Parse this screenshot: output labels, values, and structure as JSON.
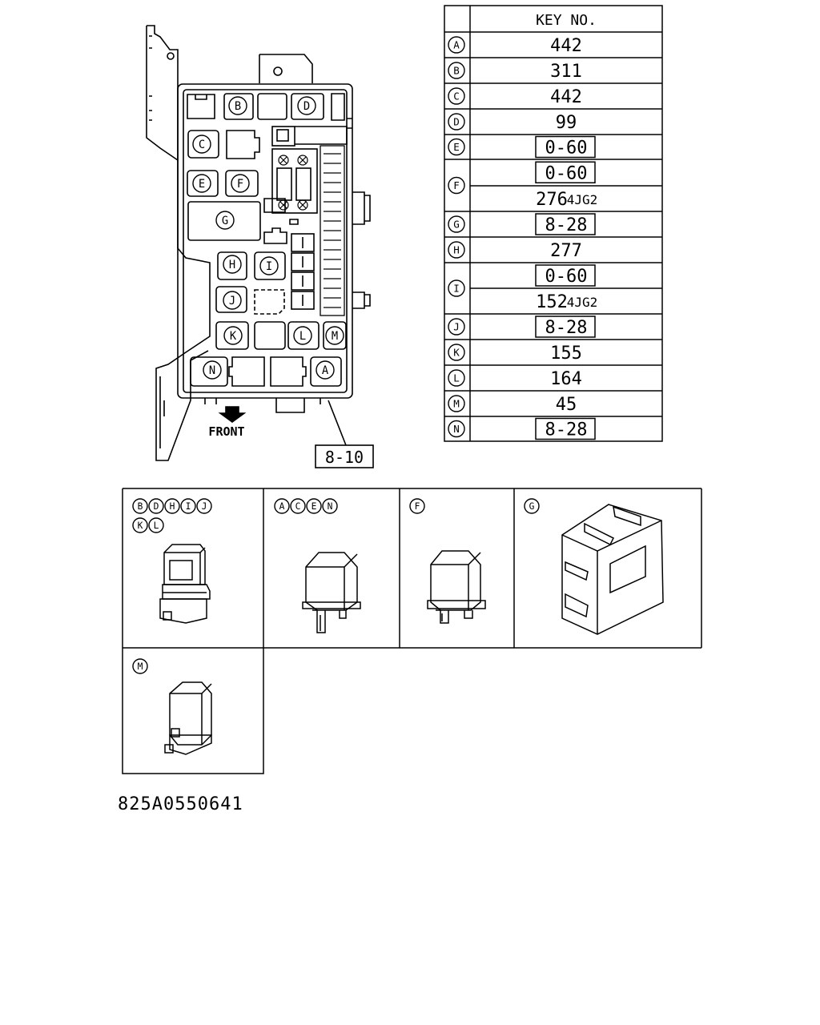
{
  "diagram": {
    "front_label": "FRONT",
    "ref_label": "8-10",
    "box_labels": [
      "A",
      "B",
      "C",
      "D",
      "E",
      "F",
      "G",
      "H",
      "I",
      "J",
      "K",
      "L",
      "M",
      "N"
    ]
  },
  "key_table": {
    "header": "KEY NO.",
    "rows": [
      {
        "letter": "A",
        "values": [
          {
            "text": "442",
            "boxed": false
          }
        ]
      },
      {
        "letter": "B",
        "values": [
          {
            "text": "311",
            "boxed": false
          }
        ]
      },
      {
        "letter": "C",
        "values": [
          {
            "text": "442",
            "boxed": false
          }
        ]
      },
      {
        "letter": "D",
        "values": [
          {
            "text": "99",
            "boxed": false
          }
        ]
      },
      {
        "letter": "E",
        "values": [
          {
            "text": "0-60",
            "boxed": true
          }
        ]
      },
      {
        "letter": "F",
        "values": [
          {
            "text": "0-60",
            "boxed": true
          },
          {
            "text": "276",
            "suffix": "4JG2",
            "boxed": false
          }
        ]
      },
      {
        "letter": "G",
        "values": [
          {
            "text": "8-28",
            "boxed": true
          }
        ]
      },
      {
        "letter": "H",
        "values": [
          {
            "text": "277",
            "boxed": false
          }
        ]
      },
      {
        "letter": "I",
        "values": [
          {
            "text": "0-60",
            "boxed": true
          },
          {
            "text": "152",
            "suffix": "4JG2",
            "boxed": false
          }
        ]
      },
      {
        "letter": "J",
        "values": [
          {
            "text": "8-28",
            "boxed": true
          }
        ]
      },
      {
        "letter": "K",
        "values": [
          {
            "text": "155",
            "boxed": false
          }
        ]
      },
      {
        "letter": "L",
        "values": [
          {
            "text": "164",
            "boxed": false
          }
        ]
      },
      {
        "letter": "M",
        "values": [
          {
            "text": "45",
            "boxed": false
          }
        ]
      },
      {
        "letter": "N",
        "values": [
          {
            "text": "8-28",
            "boxed": true
          }
        ]
      }
    ]
  },
  "panels": [
    {
      "letters": [
        "B",
        "D",
        "H",
        "I",
        "J",
        "K",
        "L"
      ],
      "type": "relay-tall"
    },
    {
      "letters": [
        "A",
        "C",
        "E",
        "N"
      ],
      "type": "relay-square"
    },
    {
      "letters": [
        "F"
      ],
      "type": "relay-square-small"
    },
    {
      "letters": [
        "G"
      ],
      "type": "module-box"
    },
    {
      "letters": [
        "M"
      ],
      "type": "relay-narrow"
    }
  ],
  "drawing_number": "825A0550641"
}
